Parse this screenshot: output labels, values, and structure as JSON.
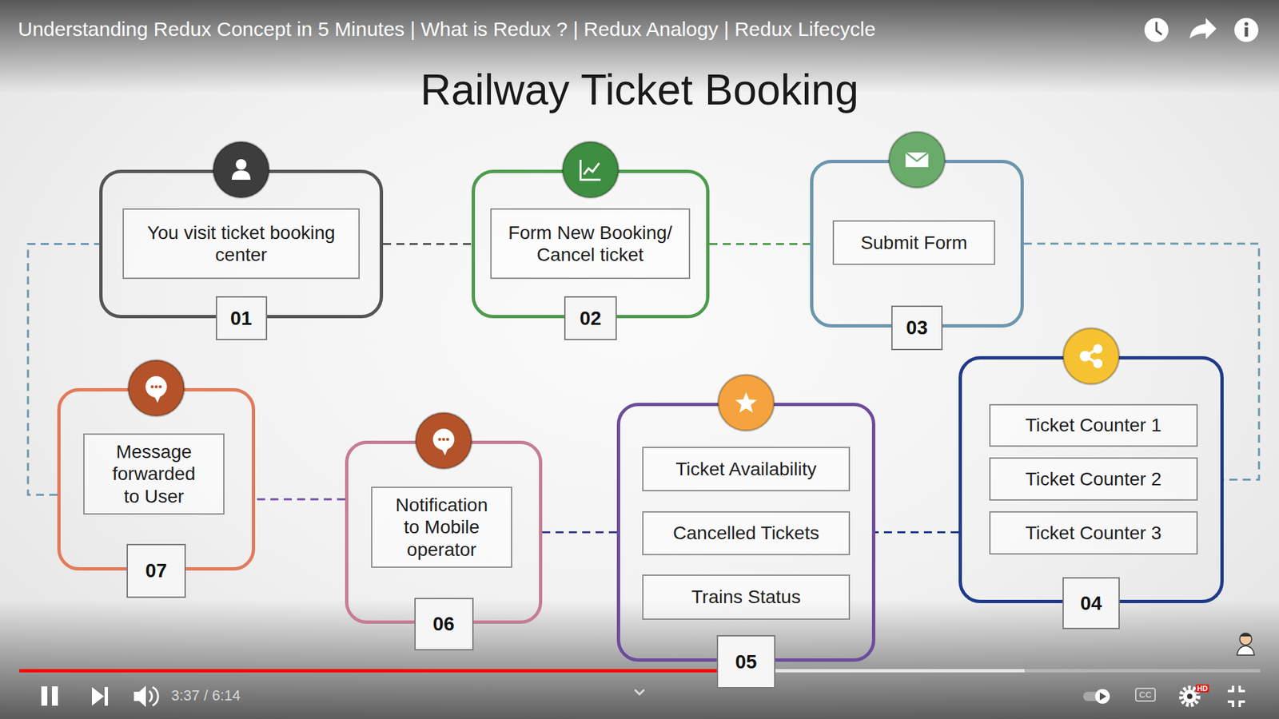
{
  "diagram": {
    "title": "Railway Ticket Booking",
    "nodes": [
      {
        "text": [
          "01"
        ]
      },
      {
        "text": [
          "You visit ticket booking center"
        ],
        "in": 0
      },
      {
        "text": [
          "02"
        ]
      },
      {
        "text": [
          "Form New Booking/ Cancel ticket"
        ],
        "in": 2
      },
      {
        "text": [
          "03"
        ]
      },
      {
        "text": [
          "Submit Form"
        ],
        "in": 4
      },
      {
        "text": [
          "07"
        ]
      },
      {
        "text": [
          "Message forwarded to User"
        ],
        "in": 6
      },
      {
        "text": [
          "06"
        ]
      },
      {
        "text": [
          "Notification to Mobile operator"
        ],
        "in": 8
      },
      {
        "text": [
          "05"
        ]
      },
      {
        "text": [
          "Ticket Availability"
        ],
        "in": 10
      },
      {
        "text": [
          "Cancelled Tickets"
        ],
        "in": 10
      },
      {
        "text": [
          "Trains Status"
        ],
        "in": 10
      },
      {
        "text": [
          "04"
        ]
      },
      {
        "text": [
          "Ticket Counter 1"
        ],
        "in": 14
      },
      {
        "text": [
          "Ticket Counter 2"
        ],
        "in": 14
      },
      {
        "text": [
          "Ticket Counter 3"
        ],
        "in": 14
      }
    ],
    "edges": [
      {
        "from": 0,
        "to": 2,
        "arrow": "none"
      },
      {
        "from": 2,
        "to": 4,
        "arrow": "none"
      },
      {
        "from": 4,
        "to": 14,
        "arrow": "none"
      },
      {
        "from": 14,
        "to": 10,
        "arrow": "none"
      },
      {
        "from": 10,
        "to": 8,
        "arrow": "none"
      },
      {
        "from": 8,
        "to": 6,
        "arrow": "none"
      },
      {
        "from": 6,
        "to": 0,
        "arrow": "none"
      }
    ],
    "labels": [
      "Understanding Redux Concept in 5 Minutes | What is Redux ? | Redux Analogy | Redux Lifecycle",
      "3:37 / 6:14",
      "CC",
      "HD"
    ]
  }
}
